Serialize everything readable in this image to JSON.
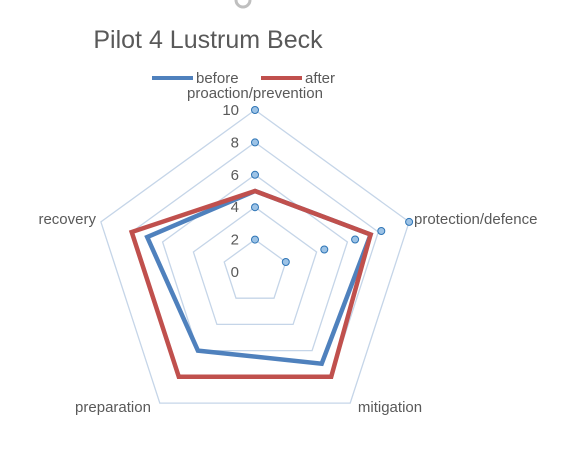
{
  "chart_data": {
    "type": "radar",
    "title": "Pilot 4 Lustrum Beck",
    "categories": [
      "proaction/prevention",
      "protection/defence",
      "mitigation",
      "preparation",
      "recovery"
    ],
    "ticks": [
      0,
      2,
      4,
      6,
      8,
      10
    ],
    "rlim": [
      0,
      10
    ],
    "legend_position": "top",
    "grid": true,
    "series": [
      {
        "name": "before",
        "values": [
          5,
          7.5,
          7,
          6,
          7
        ],
        "color": "#4f81bd"
      },
      {
        "name": "after",
        "values": [
          5,
          7.5,
          8,
          8,
          8
        ],
        "color": "#c0504d"
      }
    ],
    "colors": {
      "grid": "#c5d5e8",
      "marker_fill": "#9dc3e6",
      "marker_stroke": "#2e75b6",
      "text": "#595959"
    }
  }
}
